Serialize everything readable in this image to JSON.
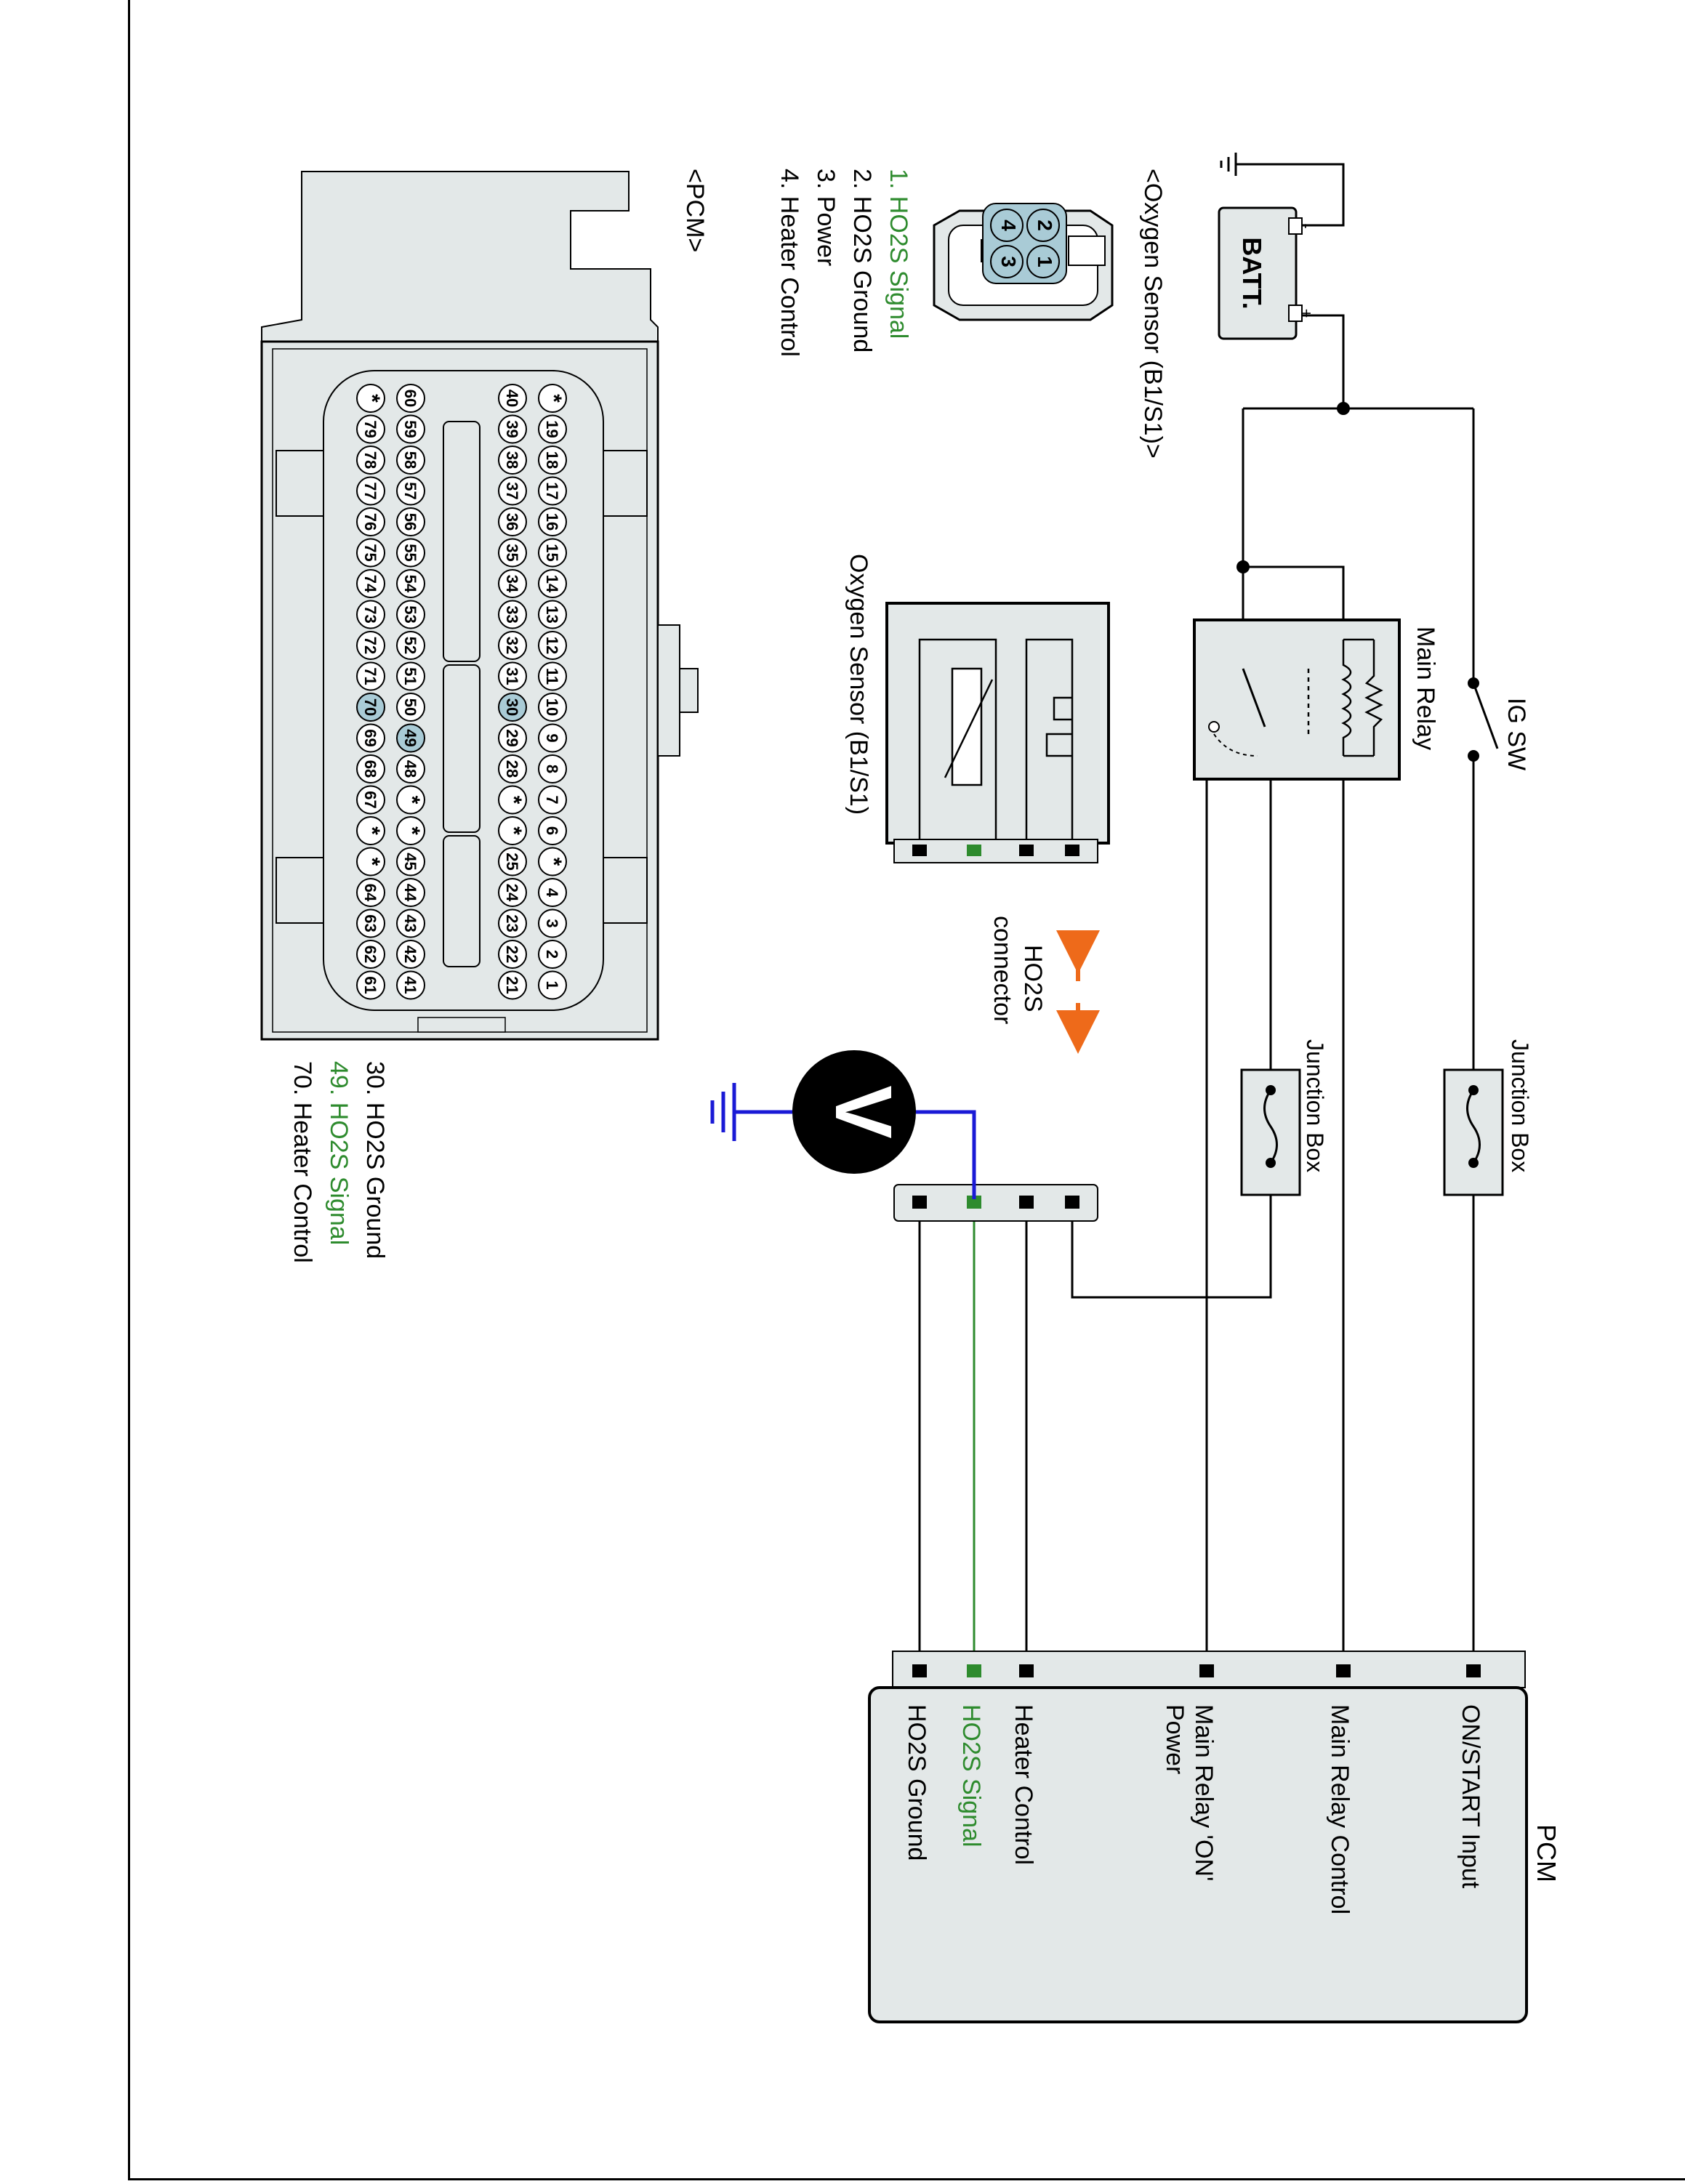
{
  "power": {
    "battery_label": "BATT.",
    "battery_plus": "+",
    "battery_minus": "-",
    "ig_switch_label": "IG SW",
    "main_relay_label": "Main Relay",
    "junction_box_1_label": "Junction Box",
    "junction_box_2_label": "Junction Box"
  },
  "pcm_module": {
    "title": "PCM",
    "pins": [
      {
        "label": "ON/START Input",
        "highlight": false
      },
      {
        "label": "Main Relay Control",
        "highlight": false
      },
      {
        "label": "Main Relay 'ON'",
        "label2": "Power",
        "highlight": false
      },
      {
        "label": "Heater Control",
        "highlight": false
      },
      {
        "label": "HO2S  Signal",
        "highlight": true
      },
      {
        "label": "HO2S  Ground",
        "highlight": false
      }
    ]
  },
  "sensor_connector": {
    "title": "<Oxygen Sensor (B1/S1)>",
    "pin_numbers": [
      "1",
      "2",
      "3",
      "4"
    ],
    "legend": [
      {
        "text": "1. HO2S  Signal",
        "highlight": true
      },
      {
        "text": "2. HO2S  Ground",
        "highlight": false
      },
      {
        "text": "3. Power",
        "highlight": false
      },
      {
        "text": "4. Heater Control",
        "highlight": false
      }
    ]
  },
  "oxygen_sensor": {
    "label": "Oxygen Sensor (B1/S1)"
  },
  "ho2s_connector": {
    "label_line1": "HO2S",
    "label_line2": "connector"
  },
  "voltmeter": {
    "symbol": "V"
  },
  "pcm_connector": {
    "title": "<PCM>",
    "rows": [
      [
        "*",
        "19",
        "18",
        "17",
        "16",
        "15",
        "14",
        "13",
        "12",
        "11",
        "10",
        "9",
        "8",
        "7",
        "6",
        "*",
        "4",
        "3",
        "2",
        "1"
      ],
      [
        "40",
        "39",
        "38",
        "37",
        "36",
        "35",
        "34",
        "33",
        "32",
        "31",
        "30",
        "29",
        "28",
        "*",
        "*",
        "25",
        "24",
        "23",
        "22",
        "21"
      ],
      [
        "60",
        "59",
        "58",
        "57",
        "56",
        "55",
        "54",
        "53",
        "52",
        "51",
        "50",
        "49",
        "48",
        "*",
        "*",
        "45",
        "44",
        "43",
        "42",
        "41"
      ],
      [
        "*",
        "79",
        "78",
        "77",
        "76",
        "75",
        "74",
        "73",
        "72",
        "71",
        "70",
        "69",
        "68",
        "67",
        "*",
        "*",
        "64",
        "63",
        "62",
        "61"
      ]
    ],
    "highlighted_pins": [
      "30",
      "49",
      "70"
    ],
    "legend": [
      {
        "text": "30. HO2S  Ground",
        "highlight": false
      },
      {
        "text": "49. HO2S  Signal",
        "highlight": true
      },
      {
        "text": "70. Heater Control",
        "highlight": false
      }
    ]
  },
  "colors": {
    "highlight_text": "#2e8b2e",
    "probe_wire": "#1a1ad6",
    "arrow": "#ee6a1a",
    "pin_highlight": "#a9cbd6",
    "body_fill": "#e3e8e8"
  }
}
